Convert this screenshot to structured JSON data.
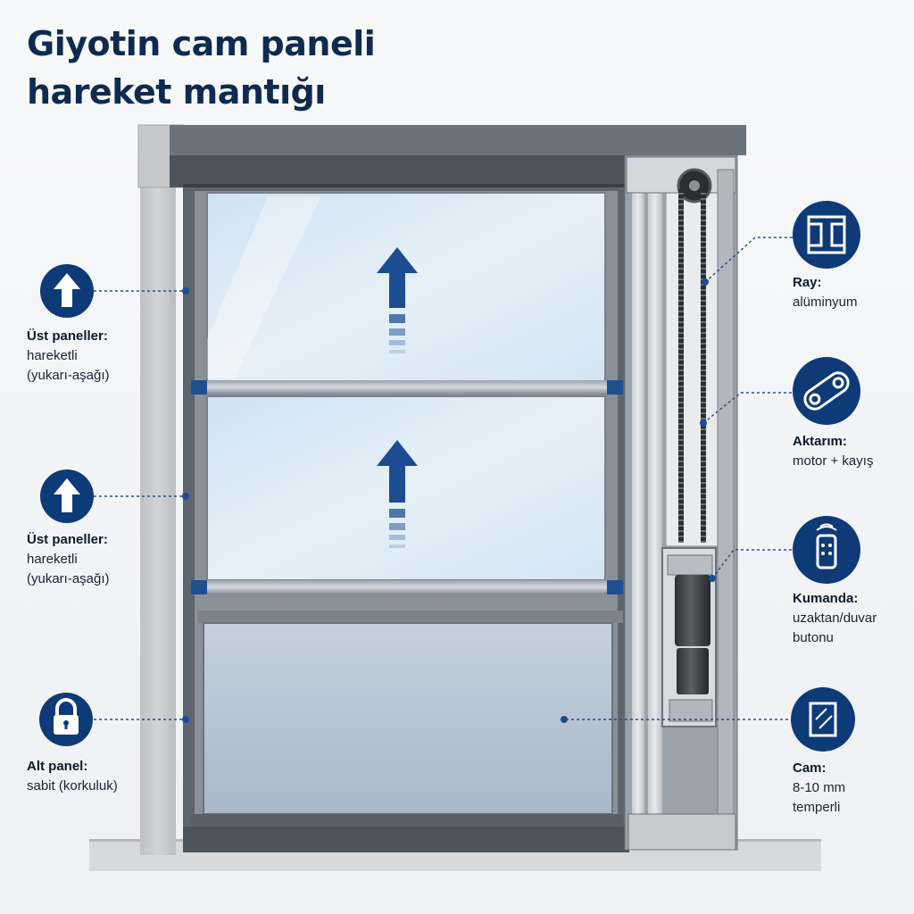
{
  "title": {
    "line1": "Giyotin cam paneli",
    "line2": "hareket mantığı"
  },
  "left_callouts": [
    {
      "icon": "arrow-up-icon",
      "title": "Üst paneller:",
      "lines": [
        "hareketli",
        "(yukarı-aşağı)"
      ]
    },
    {
      "icon": "arrow-up-icon",
      "title": "Üst paneller:",
      "lines": [
        "hareketli",
        "(yukarı-aşağı)"
      ]
    },
    {
      "icon": "padlock-icon",
      "title": "Alt panel:",
      "lines": [
        "sabit (korkuluk)"
      ]
    }
  ],
  "right_callouts": [
    {
      "icon": "rail-profile-icon",
      "title": "Ray:",
      "lines": [
        "alüminyum"
      ]
    },
    {
      "icon": "belt-pulley-icon",
      "title": "Aktarım:",
      "lines": [
        "motor + kayış"
      ]
    },
    {
      "icon": "remote-control-icon",
      "title": "Kumanda:",
      "lines": [
        "uzaktan/duvar",
        "butonu"
      ]
    },
    {
      "icon": "glass-pane-icon",
      "title": "Cam:",
      "lines": [
        "8-10 mm",
        "temperli"
      ]
    }
  ],
  "colors": {
    "navy": "#0e3a78",
    "title": "#0e2a4f",
    "frame": "#5e646c",
    "glass": "#d9e8f4",
    "fixed_glass": "#b4c3d2",
    "wall": "#c9cacc"
  }
}
